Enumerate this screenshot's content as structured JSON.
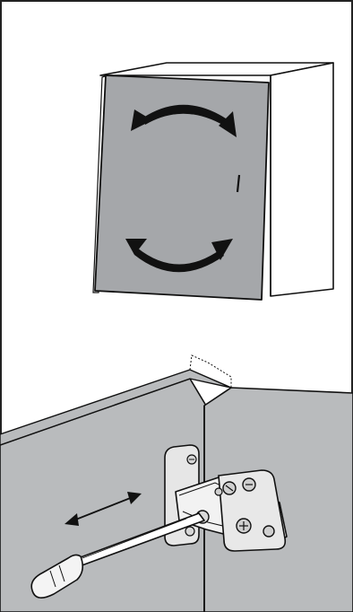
{
  "figure": {
    "panels": [
      {
        "id": "step-1",
        "subject": "cabinet-door-tilted",
        "icons": [
          "rotate-clockwise-arrow-icon",
          "rotate-counterclockwise-arrow-icon"
        ]
      },
      {
        "id": "step-2",
        "subject": "concealed-hinge-adjustment",
        "icons": [
          "adjust-direction-arrow-icon",
          "screwdriver-icon"
        ]
      }
    ],
    "colors": {
      "door_fill": "#a5a7aa",
      "panel_fill": "#b9bbbd",
      "line": "#111111",
      "arrow": "#111111",
      "frame_border": "#222222"
    }
  }
}
